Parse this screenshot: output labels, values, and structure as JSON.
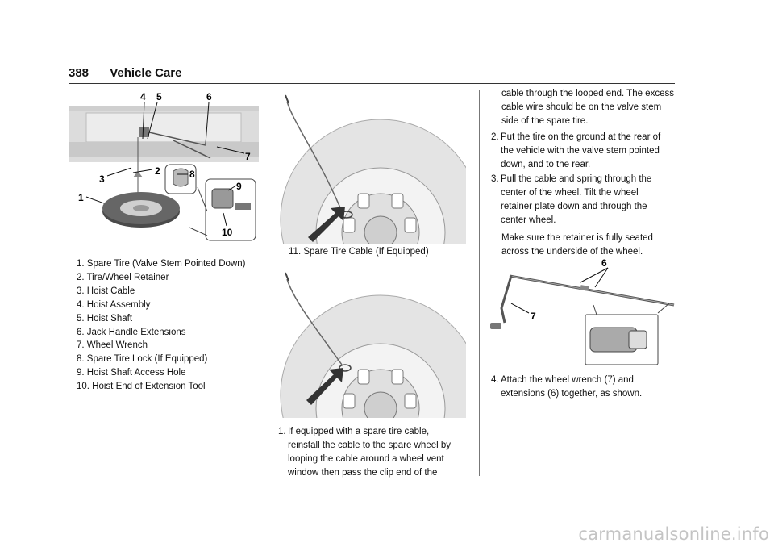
{
  "header": {
    "page_number": "388",
    "section": "Vehicle Care"
  },
  "figure1": {
    "callouts": [
      "1",
      "2",
      "3",
      "4",
      "5",
      "6",
      "7",
      "8",
      "9",
      "10"
    ],
    "legend": [
      "1.  Spare Tire (Valve Stem Pointed Down)",
      "2.  Tire/Wheel Retainer",
      "3.  Hoist Cable",
      "4.  Hoist Assembly",
      "5.  Hoist Shaft",
      "6.  Jack Handle Extensions",
      "7.  Wheel Wrench",
      "8.  Spare Tire Lock (If Equipped)",
      "9.  Hoist Shaft Access Hole",
      "10. Hoist End of Extension Tool"
    ]
  },
  "figure2": {
    "caption": "11.  Spare Tire Cable (If Equipped)"
  },
  "steps": {
    "s1": {
      "num": "1.",
      "lines": [
        "If equipped with a spare tire cable,",
        "reinstall the cable to the spare wheel by",
        "looping the cable around a wheel vent",
        "window then pass the clip end of the"
      ]
    },
    "s1_cont": {
      "lines": [
        "cable through the looped end. The excess",
        "cable wire should be on the valve stem",
        "side of the spare tire."
      ]
    },
    "s2": {
      "num": "2.",
      "lines": [
        "Put the tire on the ground at the rear of",
        "the vehicle with the valve stem pointed",
        "down, and to the rear."
      ]
    },
    "s3": {
      "num": "3.",
      "lines": [
        "Pull the cable and spring through the",
        "center of the wheel. Tilt the wheel",
        "retainer plate down and through the",
        "center wheel."
      ]
    },
    "s3_note": {
      "lines": [
        "Make sure the retainer is fully seated",
        "across the underside of the wheel."
      ]
    },
    "s4": {
      "num": "4.",
      "lines": [
        "Attach the wheel wrench (7) and",
        "extensions (6) together, as shown."
      ]
    }
  },
  "figure4": {
    "callouts": [
      "6",
      "7"
    ]
  },
  "watermark": "carmanualsonline.info"
}
